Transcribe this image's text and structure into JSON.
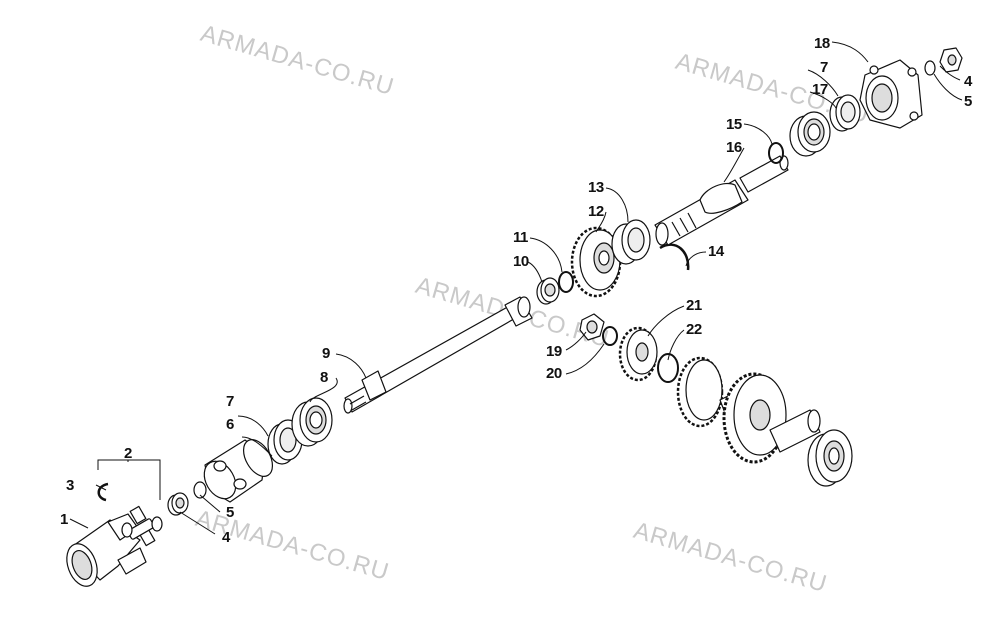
{
  "watermark": "ARMADA-CO.RU",
  "callouts": {
    "c1": "1",
    "c2": "2",
    "c3": "3",
    "c4a": "4",
    "c4b": "4",
    "c5a": "5",
    "c5b": "5",
    "c6": "6",
    "c7a": "7",
    "c7b": "7",
    "c8": "8",
    "c9": "9",
    "c10": "10",
    "c11": "11",
    "c12": "12",
    "c13": "13",
    "c14": "14",
    "c15": "15",
    "c16": "16",
    "c17": "17",
    "c18": "18",
    "c19": "19",
    "c20": "20",
    "c21": "21",
    "c22": "22"
  }
}
